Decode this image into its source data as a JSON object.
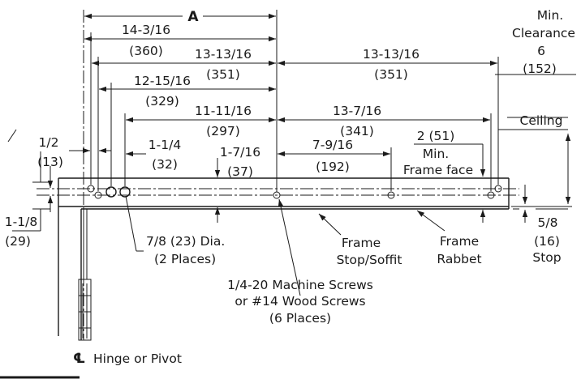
{
  "dims": {
    "a": "A",
    "d1_in": "14-3/16",
    "d1_mm": "(360)",
    "d2_in": "13-13/16",
    "d2_mm": "(351)",
    "d3_in": "13-13/16",
    "d3_mm": "(351)",
    "d4_in": "12-15/16",
    "d4_mm": "(329)",
    "d5_in": "11-11/16",
    "d5_mm": "(297)",
    "d6_in": "13-7/16",
    "d6_mm": "(341)",
    "d7_in": "1-1/4",
    "d7_mm": "(32)",
    "d8_in": "1-7/16",
    "d8_mm": "(37)",
    "d9_in": "7-9/16",
    "d9_mm": "(192)",
    "d10_in": "1/2",
    "d10_mm": "(13)",
    "d11_in": "1-1/8",
    "d11_mm": "(29)",
    "d12": "2 (51)",
    "d13_in": "6",
    "d13_mm": "(152)",
    "d14_in": "5/8",
    "d14_mm": "(16)"
  },
  "labels": {
    "min_frame_face_1": "Min.",
    "min_frame_face_2": "Frame face",
    "min_clearance_1": "Min.",
    "min_clearance_2": "Clearance",
    "ceiling": "Ceiling",
    "stop": "Stop",
    "hole_dia_1": "7/8 (23) Dia.",
    "hole_dia_2": "(2 Places)",
    "frame_stop_1": "Frame",
    "frame_stop_2": "Stop/Soffit",
    "frame_rabbet_1": "Frame",
    "frame_rabbet_2": "Rabbet",
    "screws_1": "1/4-20 Machine Screws",
    "screws_2": "or #14 Wood Screws",
    "screws_3": "(6 Places)",
    "centerline_symbol": "℄",
    "hinge": "Hinge or Pivot"
  }
}
